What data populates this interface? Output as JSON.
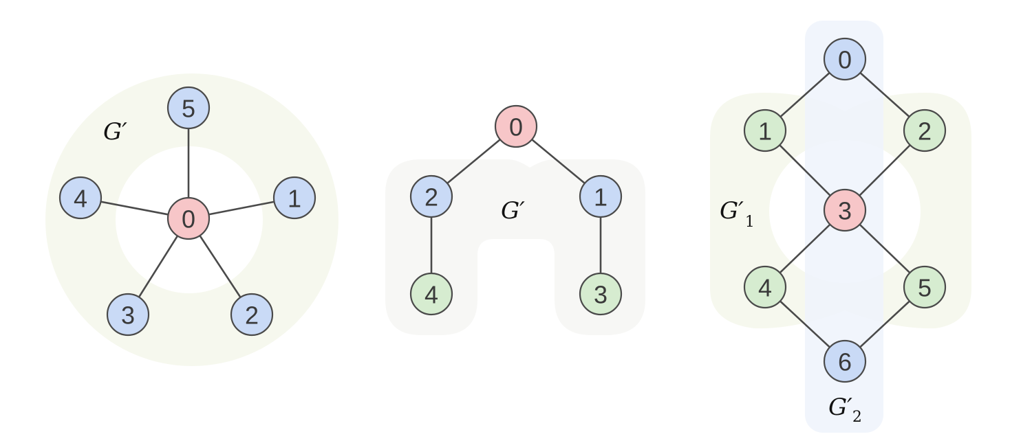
{
  "colors": {
    "node_pink": "#f7c6c8",
    "node_blue": "#c9daf6",
    "node_green": "#d6ecd0",
    "region_green": "#f6f8ee",
    "region_gray": "#f7f7f5",
    "region_blue": "#eef3fb",
    "edge": "#4a4a4a"
  },
  "graphs": [
    {
      "label": "G′",
      "nodes": [
        {
          "id": "0",
          "color": "pink"
        },
        {
          "id": "1",
          "color": "blue"
        },
        {
          "id": "2",
          "color": "blue"
        },
        {
          "id": "3",
          "color": "blue"
        },
        {
          "id": "4",
          "color": "blue"
        },
        {
          "id": "5",
          "color": "blue"
        }
      ],
      "edges": [
        [
          "0",
          "1"
        ],
        [
          "0",
          "2"
        ],
        [
          "0",
          "3"
        ],
        [
          "0",
          "4"
        ],
        [
          "0",
          "5"
        ]
      ]
    },
    {
      "label": "G′",
      "nodes": [
        {
          "id": "0",
          "color": "pink"
        },
        {
          "id": "1",
          "color": "blue"
        },
        {
          "id": "2",
          "color": "blue"
        },
        {
          "id": "3",
          "color": "green"
        },
        {
          "id": "4",
          "color": "green"
        }
      ],
      "edges": [
        [
          "0",
          "2"
        ],
        [
          "0",
          "1"
        ],
        [
          "2",
          "4"
        ],
        [
          "1",
          "3"
        ]
      ]
    },
    {
      "labels": [
        {
          "main": "G′",
          "sub": "1"
        },
        {
          "main": "G′",
          "sub": "2"
        }
      ],
      "nodes": [
        {
          "id": "0",
          "color": "blue"
        },
        {
          "id": "1",
          "color": "green"
        },
        {
          "id": "2",
          "color": "green"
        },
        {
          "id": "3",
          "color": "pink"
        },
        {
          "id": "4",
          "color": "green"
        },
        {
          "id": "5",
          "color": "green"
        },
        {
          "id": "6",
          "color": "blue"
        }
      ],
      "edges": [
        [
          "0",
          "1"
        ],
        [
          "0",
          "2"
        ],
        [
          "1",
          "3"
        ],
        [
          "2",
          "3"
        ],
        [
          "3",
          "4"
        ],
        [
          "3",
          "5"
        ],
        [
          "4",
          "6"
        ],
        [
          "5",
          "6"
        ]
      ]
    }
  ]
}
